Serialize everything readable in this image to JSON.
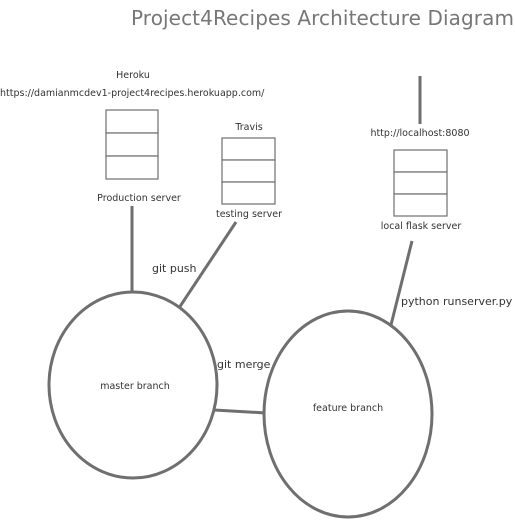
{
  "title": "Project4Recipes Architecture Diagram",
  "servers": {
    "heroku": {
      "name": "Heroku",
      "url": "https://damianmcdev1-project4recipes.herokuapp.com/",
      "label": "Production server"
    },
    "travis": {
      "name": "Travis",
      "label": "testing server"
    },
    "local": {
      "url": "http://localhost:8080",
      "label": "local flask server"
    }
  },
  "branches": {
    "master": "master branch",
    "feature": "feature branch"
  },
  "edges": {
    "git_push": "git push",
    "git_merge": "git merge",
    "python_runserver": "python runserver.py"
  },
  "colors": {
    "stroke": "#6f6f6f",
    "title": "#777777",
    "text": "#333333"
  }
}
